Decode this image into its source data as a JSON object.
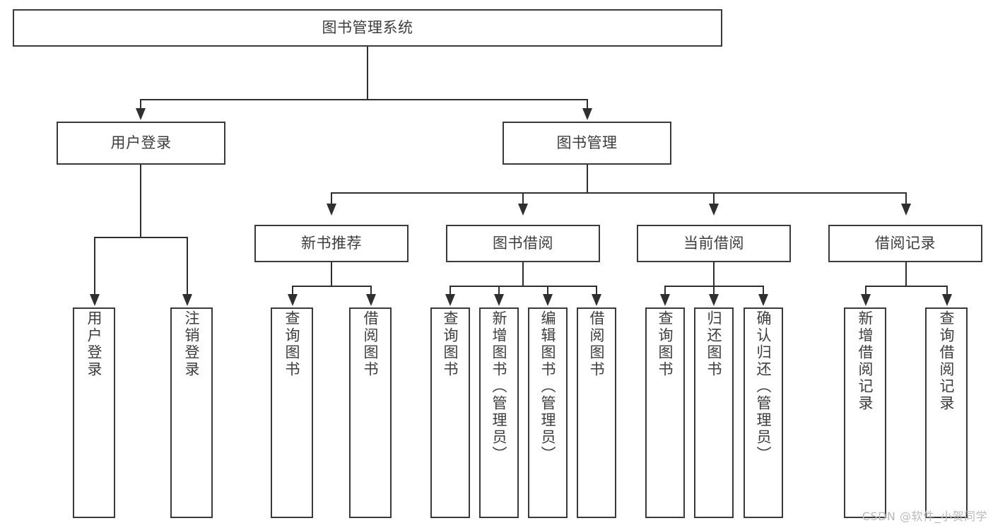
{
  "diagram": {
    "title": "图书管理系统",
    "type": "tree-hierarchy-diagram",
    "colors": {
      "background": "#ffffff",
      "box_border": "#3a3a3a",
      "connector": "#2f2f2f",
      "text": "#3d3d3d",
      "watermark": "#b9b9b9"
    },
    "root": {
      "label": "图书管理系统"
    },
    "level2": [
      {
        "label": "用户登录"
      },
      {
        "label": "图书管理"
      }
    ],
    "level3": [
      {
        "label": "新书推荐"
      },
      {
        "label": "图书借阅"
      },
      {
        "label": "当前借阅"
      },
      {
        "label": "借阅记录"
      }
    ],
    "leaves": {
      "user_login": [
        {
          "label": "用户登录"
        },
        {
          "label": "注销登录"
        }
      ],
      "new_book_recommend": [
        {
          "label": "查询图书"
        },
        {
          "label": "借阅图书"
        }
      ],
      "book_borrow": [
        {
          "label": "查询图书"
        },
        {
          "label": "新增图书（管理员）"
        },
        {
          "label": "编辑图书（管理员）"
        },
        {
          "label": "借阅图书"
        }
      ],
      "current_borrow": [
        {
          "label": "查询图书"
        },
        {
          "label": "归还图书"
        },
        {
          "label": "确认归还（管理员）"
        }
      ],
      "borrow_record": [
        {
          "label": "新增借阅记录"
        },
        {
          "label": "查询借阅记录"
        }
      ]
    }
  },
  "watermark": {
    "text": "CSDN @软件_小贺同学"
  }
}
